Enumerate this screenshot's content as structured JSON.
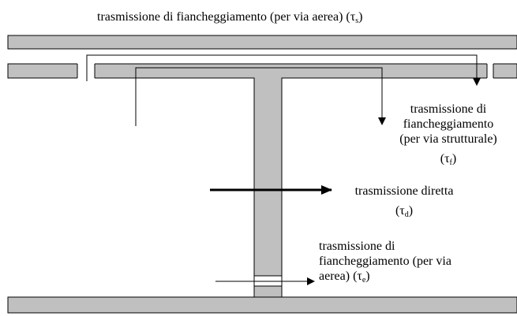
{
  "colors": {
    "structure_fill": "#c0c0c0",
    "line": "#000000"
  },
  "labels": {
    "flanking_air_top": {
      "text": "trasmissione di fiancheggiamento (per via aerea) (τ",
      "sub": "s",
      "close": ")"
    },
    "flanking_structural": {
      "line1": "trasmissione di",
      "line2": "fiancheggiamento",
      "line3": "(per via strutturale)",
      "symbol": "(τ",
      "sub": "f",
      "close": ")"
    },
    "direct": {
      "line1": "trasmissione diretta",
      "symbol": "(τ",
      "sub": "d",
      "close": ")"
    },
    "flanking_air_bottom": {
      "line1": "trasmissione di",
      "line2": "fiancheggiamento (per via",
      "line3_prefix": "aerea) (τ",
      "sub": "e",
      "close": ")"
    }
  }
}
